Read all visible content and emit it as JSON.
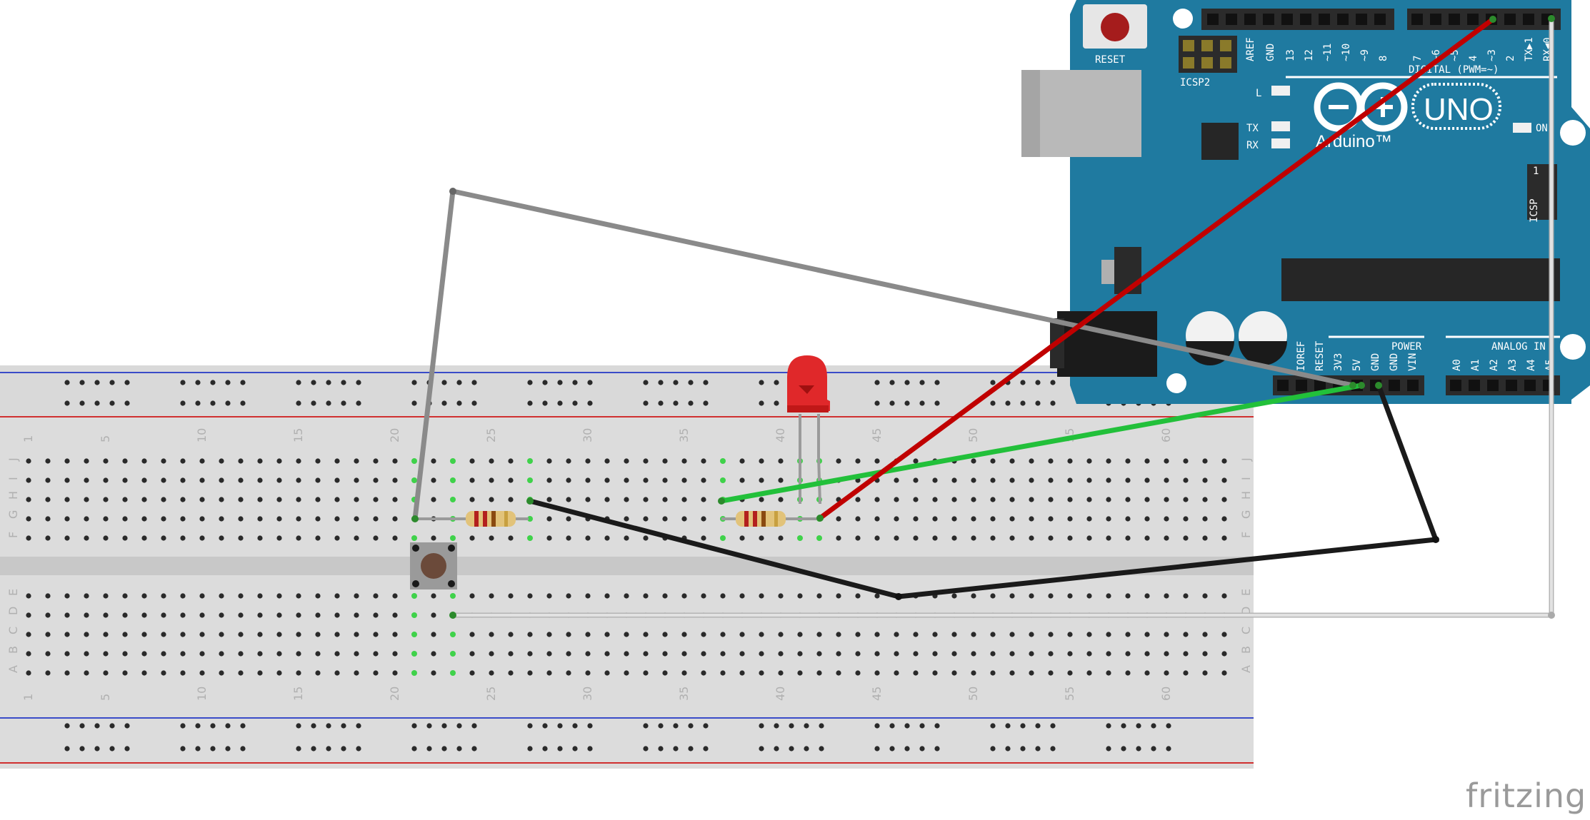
{
  "board": {
    "reset_label": "RESET",
    "icsp2_label": "ICSP2",
    "icsp_label": "ICSP",
    "aref_label": "AREF",
    "gnd_label": "GND",
    "digital_pins": [
      "13",
      "12",
      "~11",
      "~10",
      "~9",
      "8",
      "7",
      "~6",
      "~5",
      "4",
      "~3",
      "2",
      "TX▶1",
      "RX◀0"
    ],
    "digital_label": "DIGITAL (PWM=~)",
    "l_label": "L",
    "tx_label": "TX",
    "rx_label": "RX",
    "uno_label": "UNO",
    "arduino_label": "Arduino™",
    "on_label": "ON",
    "icsp_pin1": "1",
    "power_label": "POWER",
    "power_pins": [
      "IOREF",
      "RESET",
      "3V3",
      "5V",
      "GND",
      "GND",
      "VIN"
    ],
    "analog_label": "ANALOG IN",
    "analog_pins": [
      "A0",
      "A1",
      "A2",
      "A3",
      "A4",
      "A5"
    ],
    "color": "#1f7aa0"
  },
  "breadboard": {
    "column_numbers": [
      "1",
      "5",
      "10",
      "15",
      "20",
      "25",
      "30",
      "35",
      "40",
      "45",
      "50",
      "55",
      "60"
    ],
    "row_letters_top": [
      "J",
      "I",
      "H",
      "G",
      "F"
    ],
    "row_letters_bottom": [
      "E",
      "D",
      "C",
      "B",
      "A"
    ]
  },
  "components": {
    "resistors": [
      "resistor-1",
      "resistor-2"
    ],
    "led": {
      "color": "#e0282a"
    },
    "pushbutton": "pushbutton"
  },
  "wires": {
    "red": "#c00000",
    "green": "#22c03a",
    "black": "#1a1a1a",
    "gray": "#8a8a8a",
    "white": "#d8d8d8"
  },
  "watermark": "fritzing"
}
